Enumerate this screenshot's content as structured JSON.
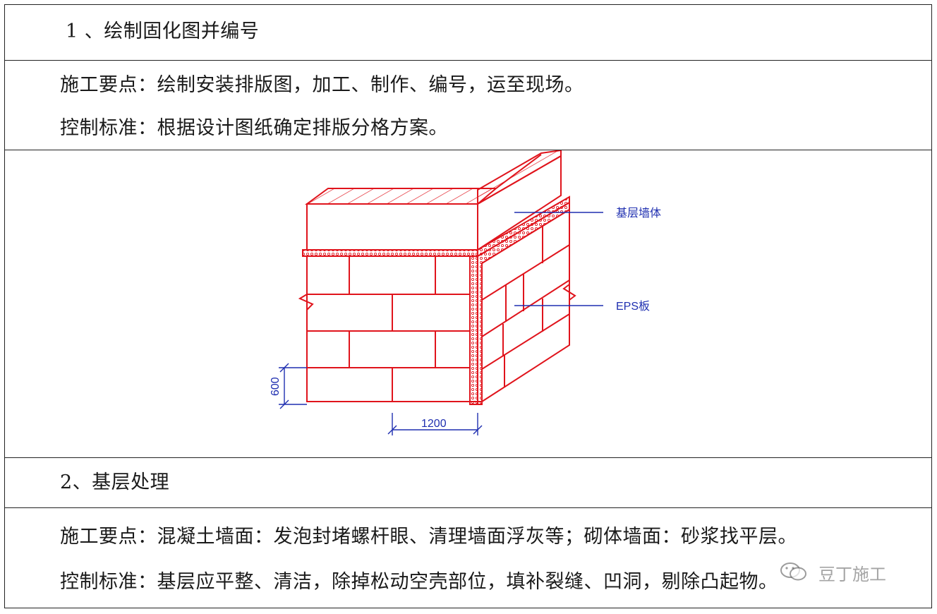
{
  "section1": {
    "heading": "1 、绘制固化图并编号",
    "point": "施工要点：绘制安装排版图，加工、制作、编号，运至现场。",
    "standard": "控制标准：根据设计图纸确定排版分格方案。"
  },
  "diagram": {
    "label_wall": "基层墙体",
    "label_eps": "EPS板",
    "dim_height": "600",
    "dim_width": "1200",
    "colors": {
      "wall": "#e0141c",
      "annotation": "#1f2fb0",
      "frame": "#222222"
    }
  },
  "section2": {
    "heading": "2、基层处理",
    "point": "施工要点：混凝土墙面：发泡封堵螺杆眼、清理墙面浮灰等；砌体墙面：砂浆找平层。",
    "standard": "控制标准：基层应平整、清洁，除掉松动空壳部位，填补裂缝、凹洞，剔除凸起物。"
  },
  "watermark": {
    "text": "豆丁施工",
    "icon": "wechat-icon"
  }
}
